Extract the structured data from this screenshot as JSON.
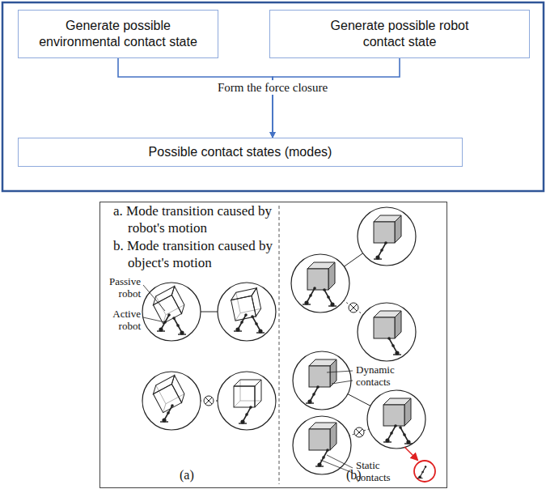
{
  "diagram": {
    "nodes": [
      {
        "text": [
          "Generate possible environmental contact state"
        ]
      },
      {
        "text": [
          "Generate possible robot contact state"
        ]
      },
      {
        "text": [
          "Possible contact states (modes)"
        ]
      }
    ],
    "edges": [
      {
        "from": 0,
        "to": 2,
        "arrow": "to",
        "label": "Form the force closure"
      },
      {
        "from": 1,
        "to": 2,
        "arrow": "to"
      }
    ],
    "labels": [
      "a. Mode transition caused by robot's motion",
      "b. Mode transition caused by object's motion",
      "Passive robot",
      "Active robot",
      "(a)",
      "Dynamic contacts",
      "Static contacts",
      "(b)"
    ]
  }
}
